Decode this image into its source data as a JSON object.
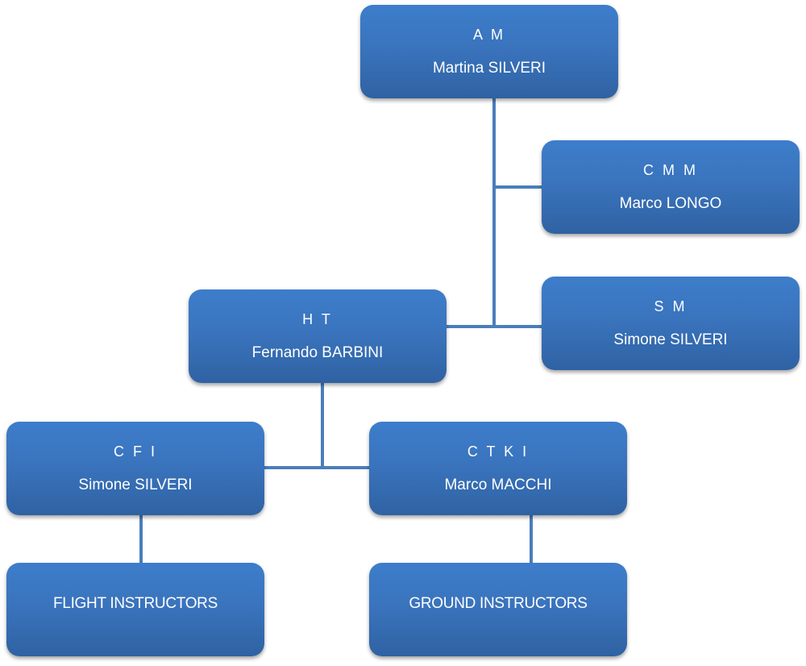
{
  "diagram": {
    "type": "org-chart",
    "nodes": [
      {
        "id": "am",
        "role": "A M",
        "name": "Martina SILVERI"
      },
      {
        "id": "cmm",
        "role": "C M M",
        "name": "Marco LONGO"
      },
      {
        "id": "sm",
        "role": "S M",
        "name": "Simone SILVERI"
      },
      {
        "id": "ht",
        "role": "H T",
        "name": "Fernando BARBINI"
      },
      {
        "id": "cfi",
        "role": "C F I",
        "name": "Simone SILVERI"
      },
      {
        "id": "ctki",
        "role": "C T K I",
        "name": "Marco MACCHI"
      },
      {
        "id": "fi",
        "role": "",
        "name": "FLIGHT INSTRUCTORS"
      },
      {
        "id": "gi",
        "role": "",
        "name": "GROUND INSTRUCTORS"
      }
    ],
    "edges": [
      {
        "from": "am",
        "to": "cmm"
      },
      {
        "from": "am",
        "to": "sm"
      },
      {
        "from": "am",
        "to": "ht"
      },
      {
        "from": "ht",
        "to": "cfi"
      },
      {
        "from": "ht",
        "to": "ctki"
      },
      {
        "from": "cfi",
        "to": "fi"
      },
      {
        "from": "ctki",
        "to": "gi"
      }
    ],
    "colors": {
      "box_fill": "#3a74bd",
      "connector": "#4a7ebb",
      "text": "#ffffff"
    }
  }
}
